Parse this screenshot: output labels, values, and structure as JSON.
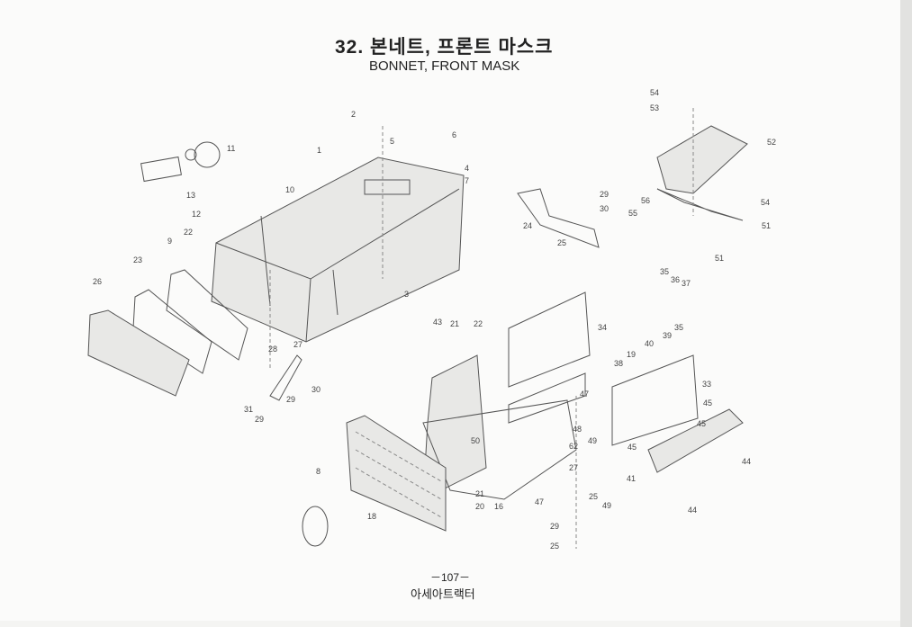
{
  "header": {
    "title_ko": "32. 본네트, 프론트 마스크",
    "title_en": "BONNET, FRONT MASK"
  },
  "footer": {
    "page_number": "－107－",
    "brand": "아세아트랙터"
  },
  "callouts": [
    "54",
    "53",
    "52",
    "56",
    "55",
    "54",
    "51",
    "2",
    "5",
    "6",
    "4",
    "7",
    "1",
    "10",
    "3",
    "13",
    "12",
    "9",
    "22",
    "23",
    "26",
    "29",
    "30",
    "24",
    "25",
    "51",
    "35",
    "36",
    "37",
    "35",
    "39",
    "40",
    "19",
    "38",
    "33",
    "43",
    "21",
    "22",
    "34",
    "47",
    "48",
    "49",
    "62",
    "50",
    "27",
    "21",
    "20",
    "16",
    "47",
    "25",
    "49",
    "29",
    "25",
    "28",
    "27",
    "30",
    "29",
    "31",
    "29",
    "8",
    "18",
    "45",
    "45",
    "45",
    "41",
    "44",
    "44",
    "11"
  ]
}
